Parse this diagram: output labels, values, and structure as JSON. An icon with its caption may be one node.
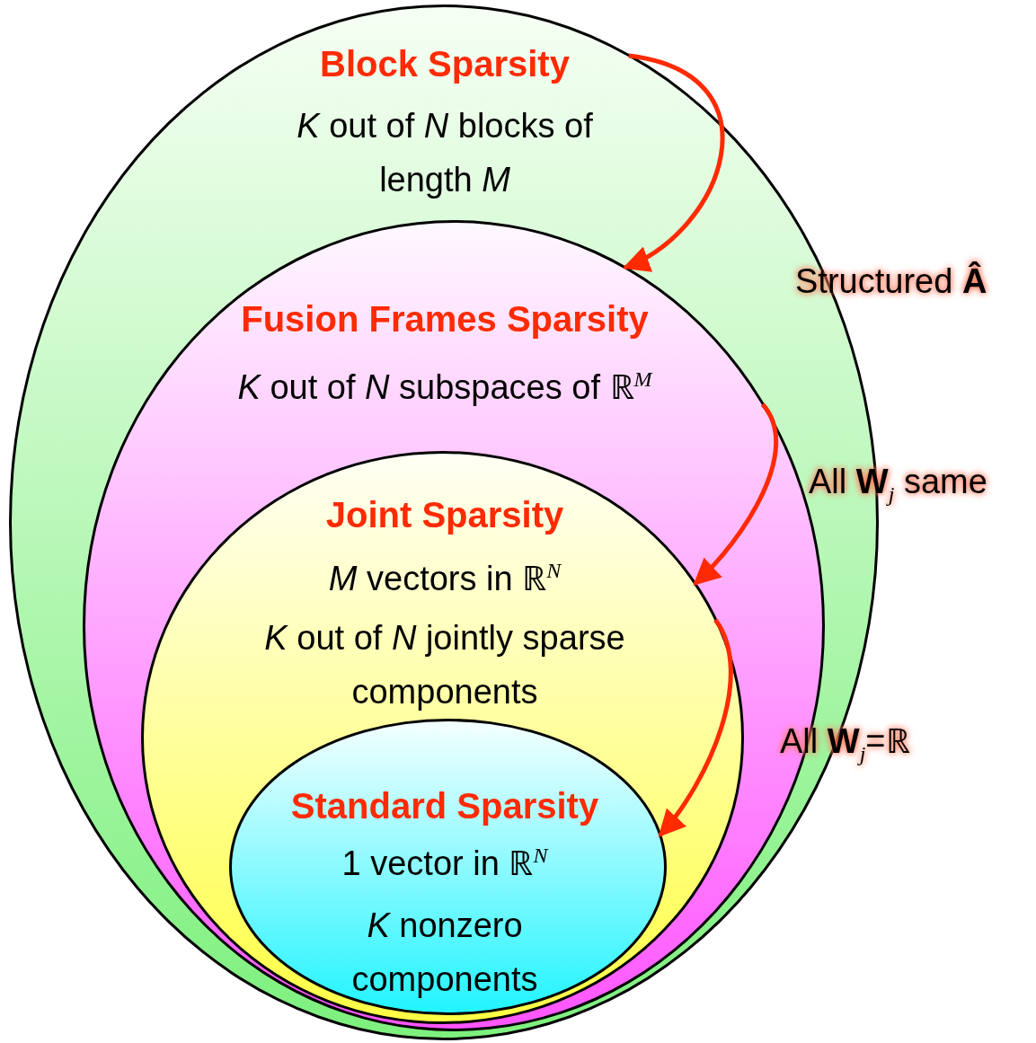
{
  "diagram": {
    "nodes": [
      {
        "text": [
          "Block Sparsity",
          "*K* out of *N* blocks of length *M*"
        ]
      },
      {
        "text": [
          "Fusion Frames Sparsity",
          "*K* out of *N* subspaces of ℝ$^{M}$"
        ],
        "in": 0
      },
      {
        "text": [
          "Joint Sparsity",
          "*M* vectors in ℝ$^{N}$",
          "*K* out of *N* jointly sparse components"
        ],
        "in": 1
      },
      {
        "text": [
          "Standard Sparsity",
          "1 vector in ℝ$^{N}$",
          "*K* nonzero components"
        ],
        "in": 2
      }
    ],
    "edges": [
      {
        "from": 0,
        "to": 1,
        "arrow": "to",
        "label": "Structured **Â**"
      },
      {
        "from": 1,
        "to": 2,
        "arrow": "to",
        "label": "All **W**$_{j}$ same"
      },
      {
        "from": 2,
        "to": 3,
        "arrow": "to",
        "label": "All **W**$_{j}$=ℝ"
      }
    ]
  }
}
